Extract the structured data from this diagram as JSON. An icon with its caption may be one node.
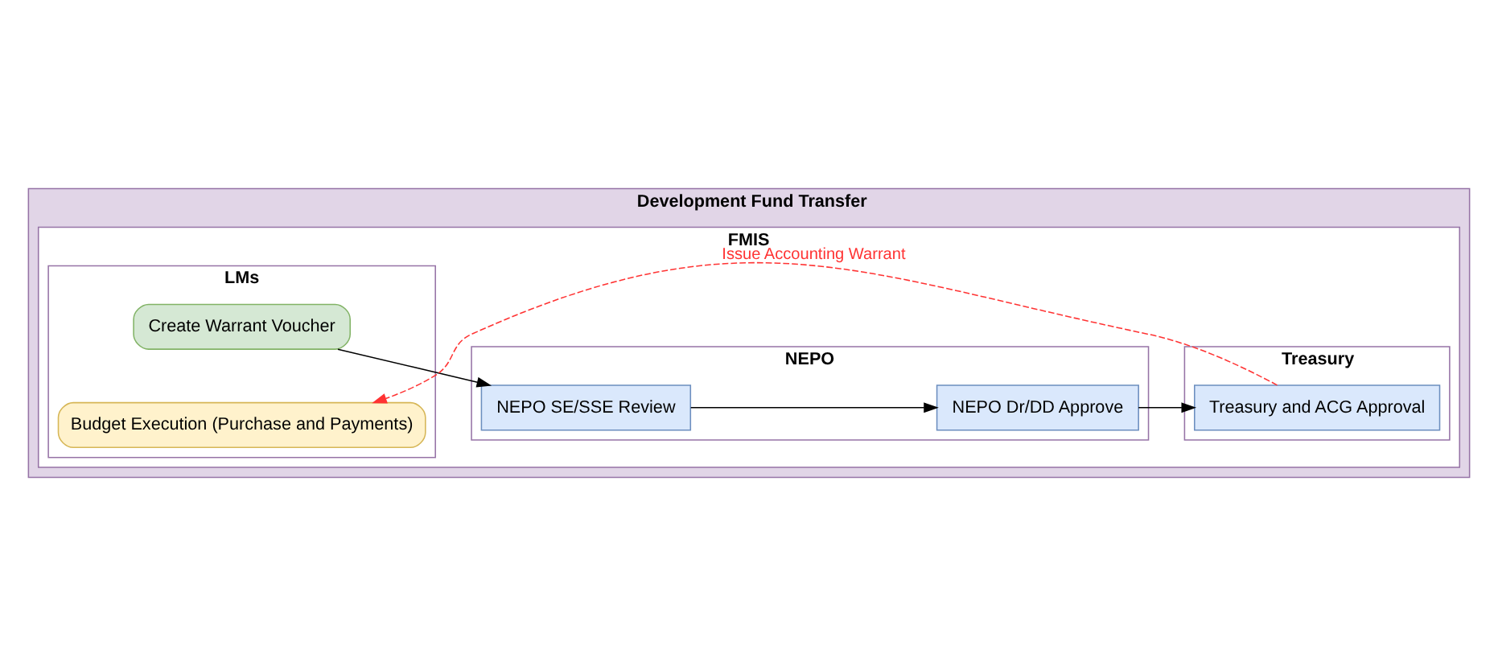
{
  "diagram": {
    "nodes": [
      {
        "text": [
          "Development Fund Transfer"
        ]
      },
      {
        "text": [
          "FMIS"
        ],
        "in": 0
      },
      {
        "text": [
          "LMs"
        ],
        "in": 1
      },
      {
        "text": [
          "NEPO"
        ],
        "in": 1
      },
      {
        "text": [
          "Treasury"
        ],
        "in": 1
      },
      {
        "text": [
          "Create Warrant Voucher"
        ],
        "in": 2
      },
      {
        "text": [
          "NEPO SE/SSE Review"
        ],
        "in": 3
      },
      {
        "text": [
          "NEPO Dr/DD Approve"
        ],
        "in": 3
      },
      {
        "text": [
          "Treasury and ACG Approval"
        ],
        "in": 4
      },
      {
        "text": [
          "Budget Execution (Purchase and Payments)"
        ],
        "in": 2
      }
    ],
    "edges": [
      {
        "from": 5,
        "to": 6,
        "arrow": "to"
      },
      {
        "from": 6,
        "to": 7,
        "arrow": "to"
      },
      {
        "from": 7,
        "to": 8,
        "arrow": "to"
      },
      {
        "from": 8,
        "to": 9,
        "arrow": "to",
        "label": "Issue Accounting Warrant",
        "style": "dashed",
        "color": "#ff3333"
      }
    ]
  }
}
